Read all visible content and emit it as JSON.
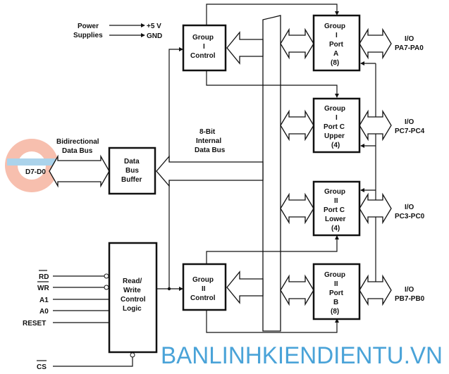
{
  "power": {
    "label1": "Power",
    "label2": "Supplies",
    "vcc": "+5 V",
    "gnd": "GND"
  },
  "data_bus": {
    "label1": "Bidirectional",
    "label2": "Data Bus",
    "pins": "D7-D0"
  },
  "internal_bus": {
    "line1": "8-Bit",
    "line2": "Internal",
    "line3": "Data Bus"
  },
  "blocks": {
    "buffer": [
      "Data",
      "Bus",
      "Buffer"
    ],
    "rw_logic": [
      "Read/",
      "Write",
      "Control",
      "Logic"
    ],
    "group1_control": [
      "Group",
      "I",
      "Control"
    ],
    "group2_control": [
      "Group",
      "II",
      "Control"
    ],
    "port_a": [
      "Group",
      "I",
      "Port",
      "A",
      "(8)"
    ],
    "port_c_upper": [
      "Group",
      "I",
      "Port C",
      "Upper",
      "(4)"
    ],
    "port_c_lower": [
      "Group",
      "II",
      "Port C",
      "Lower",
      "(4)"
    ],
    "port_b": [
      "Group",
      "II",
      "Port",
      "B",
      "(8)"
    ]
  },
  "io": [
    {
      "label": "I/O",
      "pins": "PA7-PA0"
    },
    {
      "label": "I/O",
      "pins": "PC7-PC4"
    },
    {
      "label": "I/O",
      "pins": "PC3-PC0"
    },
    {
      "label": "I/O",
      "pins": "PB7-PB0"
    }
  ],
  "signals": {
    "rd": "RD",
    "wr": "WR",
    "a1": "A1",
    "a0": "A0",
    "reset": "RESET",
    "cs": "CS"
  },
  "watermark": "BANLINHKIENDIENTU.VN"
}
